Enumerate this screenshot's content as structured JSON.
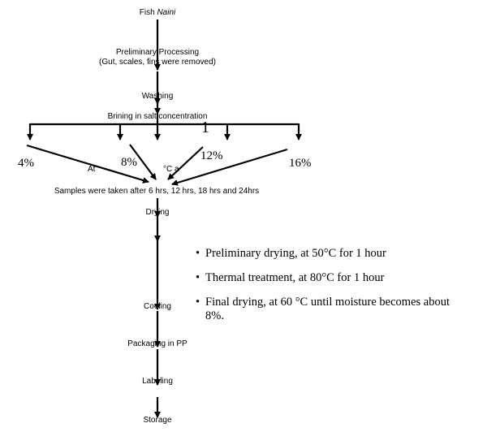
{
  "steps": {
    "fish_prefix": "Fish ",
    "fish_name": "Naini",
    "preliminary_title": "Preliminary Processing",
    "preliminary_detail": "(Gut, scales, fins were removed)",
    "washing": "Washing",
    "brining": "Brining in salt concentration",
    "samples": "Samples were taken after 6 hrs, 12 hrs, 18 hrs and 24hrs",
    "drying": "Drying",
    "cooling": "Cooling",
    "packaging": "Packaging in PP",
    "labeling": "Labeling",
    "storage": "Storage"
  },
  "concentrations": [
    "4%",
    "8%",
    "12%",
    "16%"
  ],
  "temperature_fragments": {
    "at": "At",
    "deg": "°C a"
  },
  "stray_mark": "1",
  "drying_notes": [
    {
      "bullet": "•",
      "text": "Preliminary drying, at 50°C for 1 hour"
    },
    {
      "bullet": "•",
      "text": "Thermal treatment, at 80°C for 1 hour"
    },
    {
      "bullet": "•",
      "text": "Final drying, at 60 °C until moisture becomes about",
      "cont": "8%."
    }
  ]
}
